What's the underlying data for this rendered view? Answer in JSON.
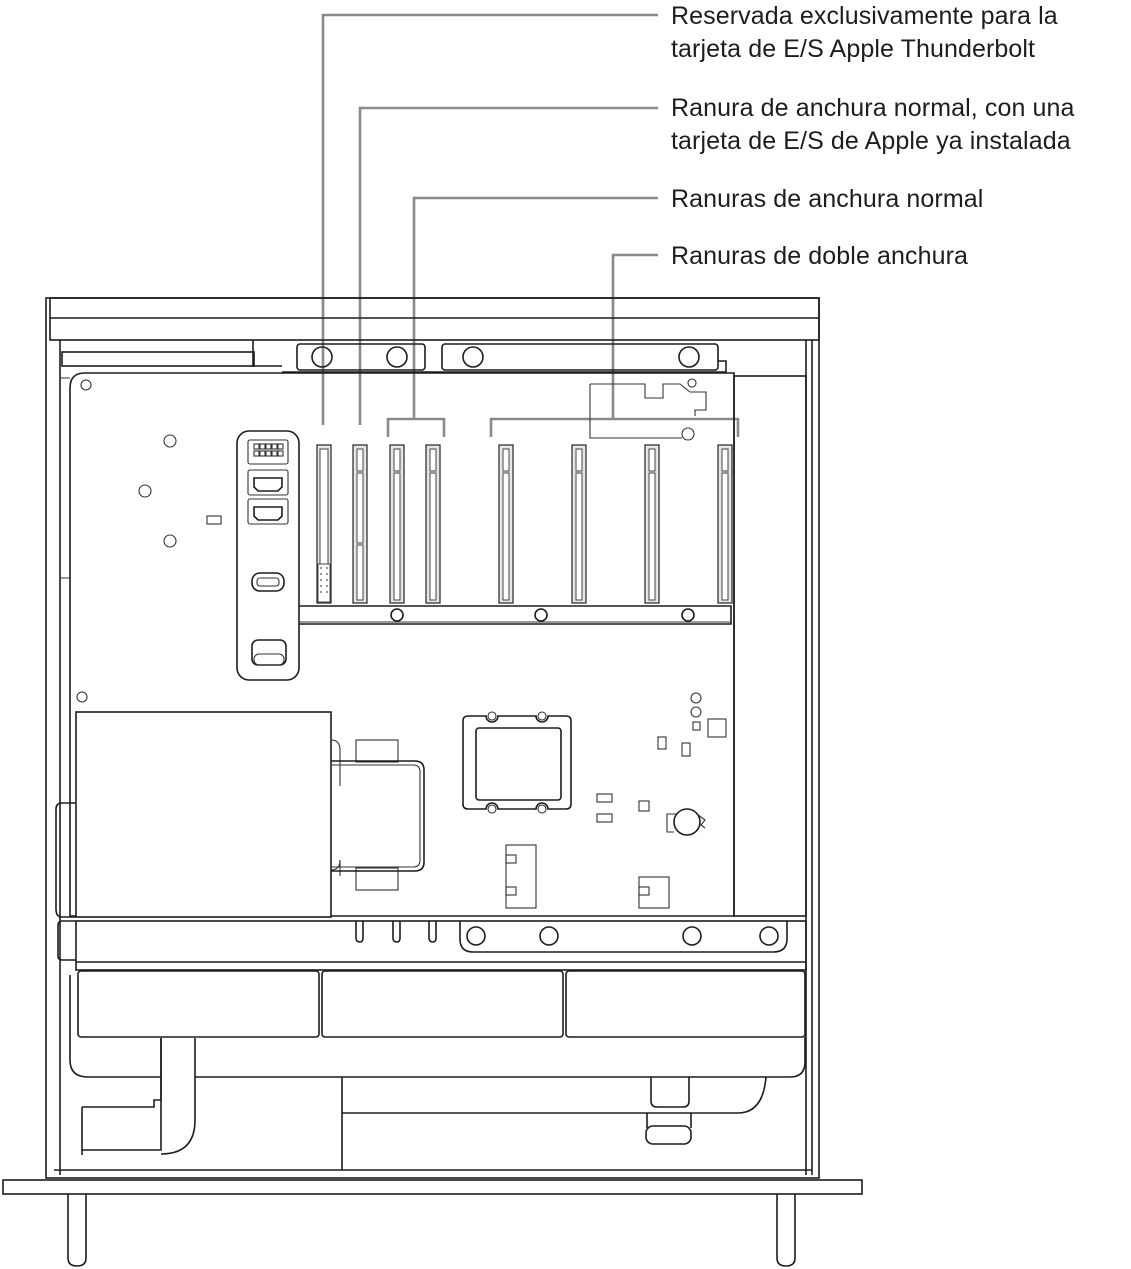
{
  "diagram": {
    "subject": "Mac Pro interior side view - PCIe expansion slots",
    "callouts": [
      {
        "id": "thunderbolt-reserved",
        "lines": [
          "Reservada exclusivamente para la",
          "tarjeta de E/S Apple Thunderbolt"
        ]
      },
      {
        "id": "normal-width-with-io-card",
        "lines": [
          "Ranura de anchura normal, con una",
          "tarjeta de E/S de Apple ya instalada"
        ]
      },
      {
        "id": "normal-width-slots",
        "lines": [
          "Ranuras de anchura normal"
        ]
      },
      {
        "id": "double-width-slots",
        "lines": [
          "Ranuras de doble anchura"
        ]
      }
    ],
    "colors": {
      "text": "#1d1d1f",
      "outline": "#1d1d1f",
      "leader_line": "#8a8a8a",
      "slot_fill": "#e6e6e6",
      "background": "#ffffff"
    }
  }
}
